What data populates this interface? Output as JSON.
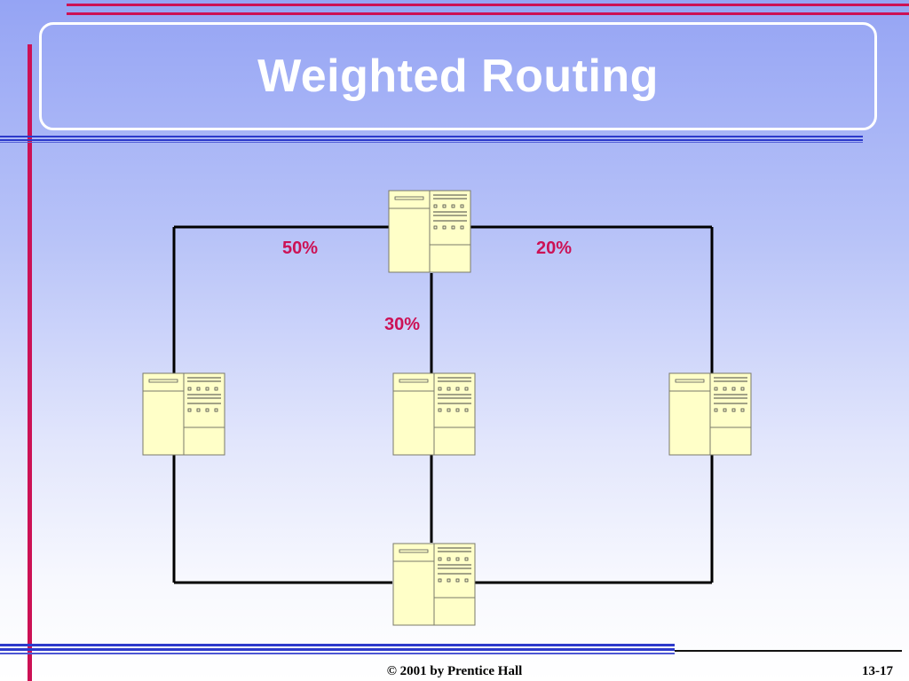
{
  "slide": {
    "title": "Weighted Routing",
    "footer_copyright": "© 2001 by Prentice Hall",
    "page_number": "13-17"
  },
  "diagram": {
    "nodes": [
      {
        "id": "top-server",
        "icon": "server-icon"
      },
      {
        "id": "left-server",
        "icon": "server-icon"
      },
      {
        "id": "center-server",
        "icon": "server-icon"
      },
      {
        "id": "right-server",
        "icon": "server-icon"
      },
      {
        "id": "bottom-server",
        "icon": "server-icon"
      }
    ],
    "weights": [
      {
        "link": "top-left",
        "label": "50%"
      },
      {
        "link": "top-right",
        "label": "20%"
      },
      {
        "link": "top-center",
        "label": "30%"
      }
    ],
    "colors": {
      "weight_label": "#cc1155",
      "server_fill": "#ffffc8",
      "link": "#000000"
    }
  }
}
